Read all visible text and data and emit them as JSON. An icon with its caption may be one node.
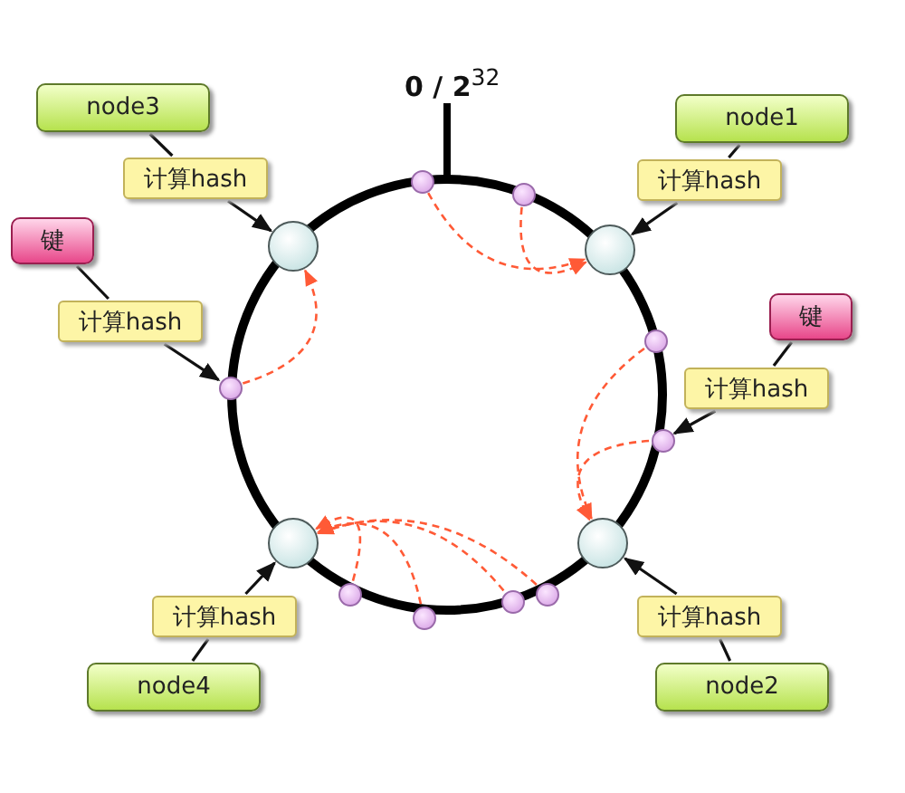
{
  "diagram": {
    "nodes": [
      {
        "text": [
          "node3"
        ]
      },
      {
        "text": [
          "计算hash"
        ]
      },
      {
        "text": [
          "键"
        ]
      },
      {
        "text": [
          "计算hash"
        ]
      },
      {
        "text": [
          "node1"
        ]
      },
      {
        "text": [
          "计算hash"
        ]
      },
      {
        "text": [
          "键"
        ]
      },
      {
        "text": [
          "计算hash"
        ]
      },
      {
        "text": [
          "node4"
        ]
      },
      {
        "text": [
          "计算hash"
        ]
      },
      {
        "text": [
          "node2"
        ]
      },
      {
        "text": [
          "计算hash"
        ]
      },
      {
        "text": [],
        "shape": "circle"
      },
      {
        "text": [],
        "shape": "circle"
      },
      {
        "text": [],
        "shape": "circle"
      },
      {
        "text": [],
        "shape": "circle"
      },
      {
        "text": [],
        "shape": "circle"
      },
      {
        "text": [],
        "shape": "circle"
      },
      {
        "text": [],
        "shape": "circle"
      },
      {
        "text": [],
        "shape": "circle"
      },
      {
        "text": [],
        "shape": "circle"
      },
      {
        "text": [],
        "shape": "circle"
      },
      {
        "text": [],
        "shape": "circle"
      },
      {
        "text": [],
        "shape": "circle"
      },
      {
        "text": [],
        "shape": "circle"
      }
    ],
    "edges": [
      {
        "from": 0,
        "to": 1,
        "arrow": "none"
      },
      {
        "from": 1,
        "to": 12,
        "arrow": "to"
      },
      {
        "from": 2,
        "to": 3,
        "arrow": "none"
      },
      {
        "from": 3,
        "to": 24,
        "arrow": "to"
      },
      {
        "from": 4,
        "to": 5,
        "arrow": "none"
      },
      {
        "from": 5,
        "to": 13,
        "arrow": "to"
      },
      {
        "from": 6,
        "to": 7,
        "arrow": "none"
      },
      {
        "from": 7,
        "to": 19,
        "arrow": "to"
      },
      {
        "from": 8,
        "to": 9,
        "arrow": "none"
      },
      {
        "from": 9,
        "to": 15,
        "arrow": "to"
      },
      {
        "from": 10,
        "to": 11,
        "arrow": "none"
      },
      {
        "from": 11,
        "to": 14,
        "arrow": "to"
      },
      {
        "from": 16,
        "to": 13,
        "arrow": "to",
        "style": "dashed",
        "color": "#ff5a36"
      },
      {
        "from": 17,
        "to": 13,
        "arrow": "to",
        "style": "dashed",
        "color": "#ff5a36"
      },
      {
        "from": 18,
        "to": 14,
        "arrow": "to",
        "style": "dashed",
        "color": "#ff5a36"
      },
      {
        "from": 19,
        "to": 14,
        "arrow": "to",
        "style": "dashed",
        "color": "#ff5a36"
      },
      {
        "from": 20,
        "to": 15,
        "arrow": "to",
        "style": "dashed",
        "color": "#ff5a36"
      },
      {
        "from": 21,
        "to": 15,
        "arrow": "to",
        "style": "dashed",
        "color": "#ff5a36"
      },
      {
        "from": 22,
        "to": 15,
        "arrow": "to",
        "style": "dashed",
        "color": "#ff5a36"
      },
      {
        "from": 23,
        "to": 15,
        "arrow": "to",
        "style": "dashed",
        "color": "#ff5a36"
      },
      {
        "from": 24,
        "to": 12,
        "arrow": "to",
        "style": "dashed",
        "color": "#ff5a36"
      }
    ],
    "labels": [
      "**0 / 2**$^{32}$"
    ]
  }
}
